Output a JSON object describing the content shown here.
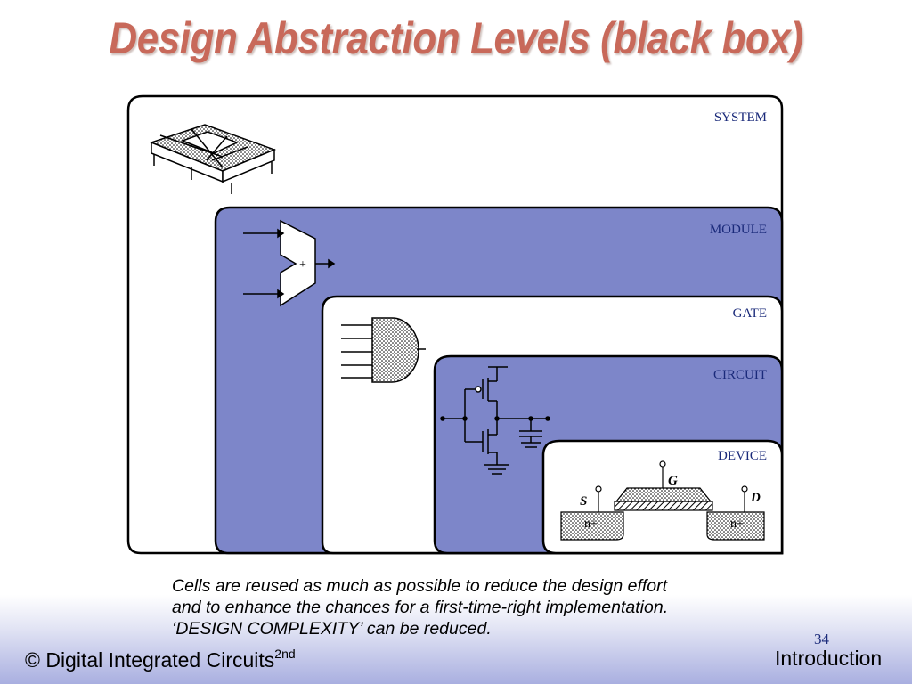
{
  "title": "Design Abstraction Levels (black box)",
  "levels": {
    "system": "SYSTEM",
    "module": "MODULE",
    "gate": "GATE",
    "circuit": "CIRCUIT",
    "device": "DEVICE"
  },
  "adder_symbol": "+",
  "device_terminals": {
    "gate": "G",
    "source": "S",
    "drain": "D",
    "n_plus_left": "n+",
    "n_plus_right": "n+"
  },
  "caption": {
    "line1": "Cells are reused as much as possible to reduce the design effort",
    "line2": "and to enhance the chances for a first-time-right implementation.",
    "line3": "‘DESIGN COMPLEXITY’ can be reduced."
  },
  "slide_number": "34",
  "footer": {
    "left": "© Digital Integrated Circuits",
    "left_sup": "2nd",
    "right": "Introduction"
  },
  "colors": {
    "title": "#c8695a",
    "module_fill": "#7d86c9",
    "label_text": "#1a2a7a"
  }
}
